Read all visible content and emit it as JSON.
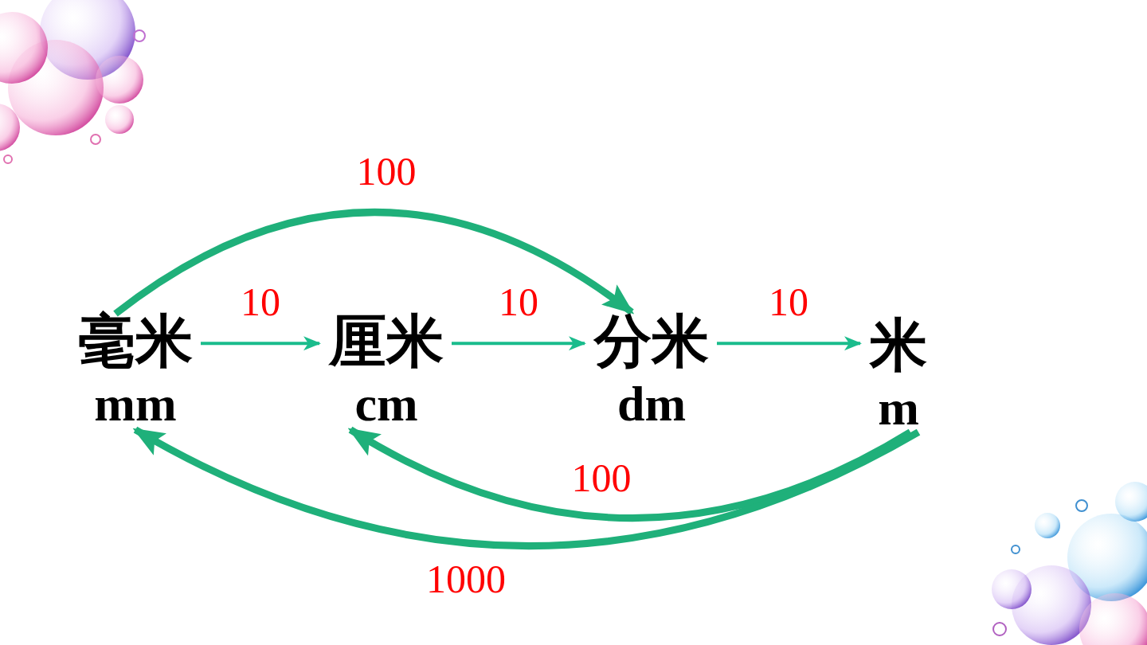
{
  "diagram": {
    "nodes": [
      {
        "text": [
          "毫米",
          "mm"
        ]
      },
      {
        "text": [
          "厘米",
          "cm"
        ]
      },
      {
        "text": [
          "分米",
          "dm"
        ]
      },
      {
        "text": [
          "米",
          "m"
        ]
      }
    ],
    "edges": [
      {
        "from": 0,
        "to": 1,
        "label": "10",
        "arrow": "to"
      },
      {
        "from": 1,
        "to": 2,
        "label": "10",
        "arrow": "to"
      },
      {
        "from": 2,
        "to": 3,
        "label": "10",
        "arrow": "to"
      },
      {
        "from": 0,
        "to": 2,
        "label": "100",
        "arrow": "to"
      },
      {
        "from": 3,
        "to": 1,
        "label": "100",
        "arrow": "to"
      },
      {
        "from": 3,
        "to": 0,
        "label": "1000",
        "arrow": "to"
      }
    ]
  }
}
